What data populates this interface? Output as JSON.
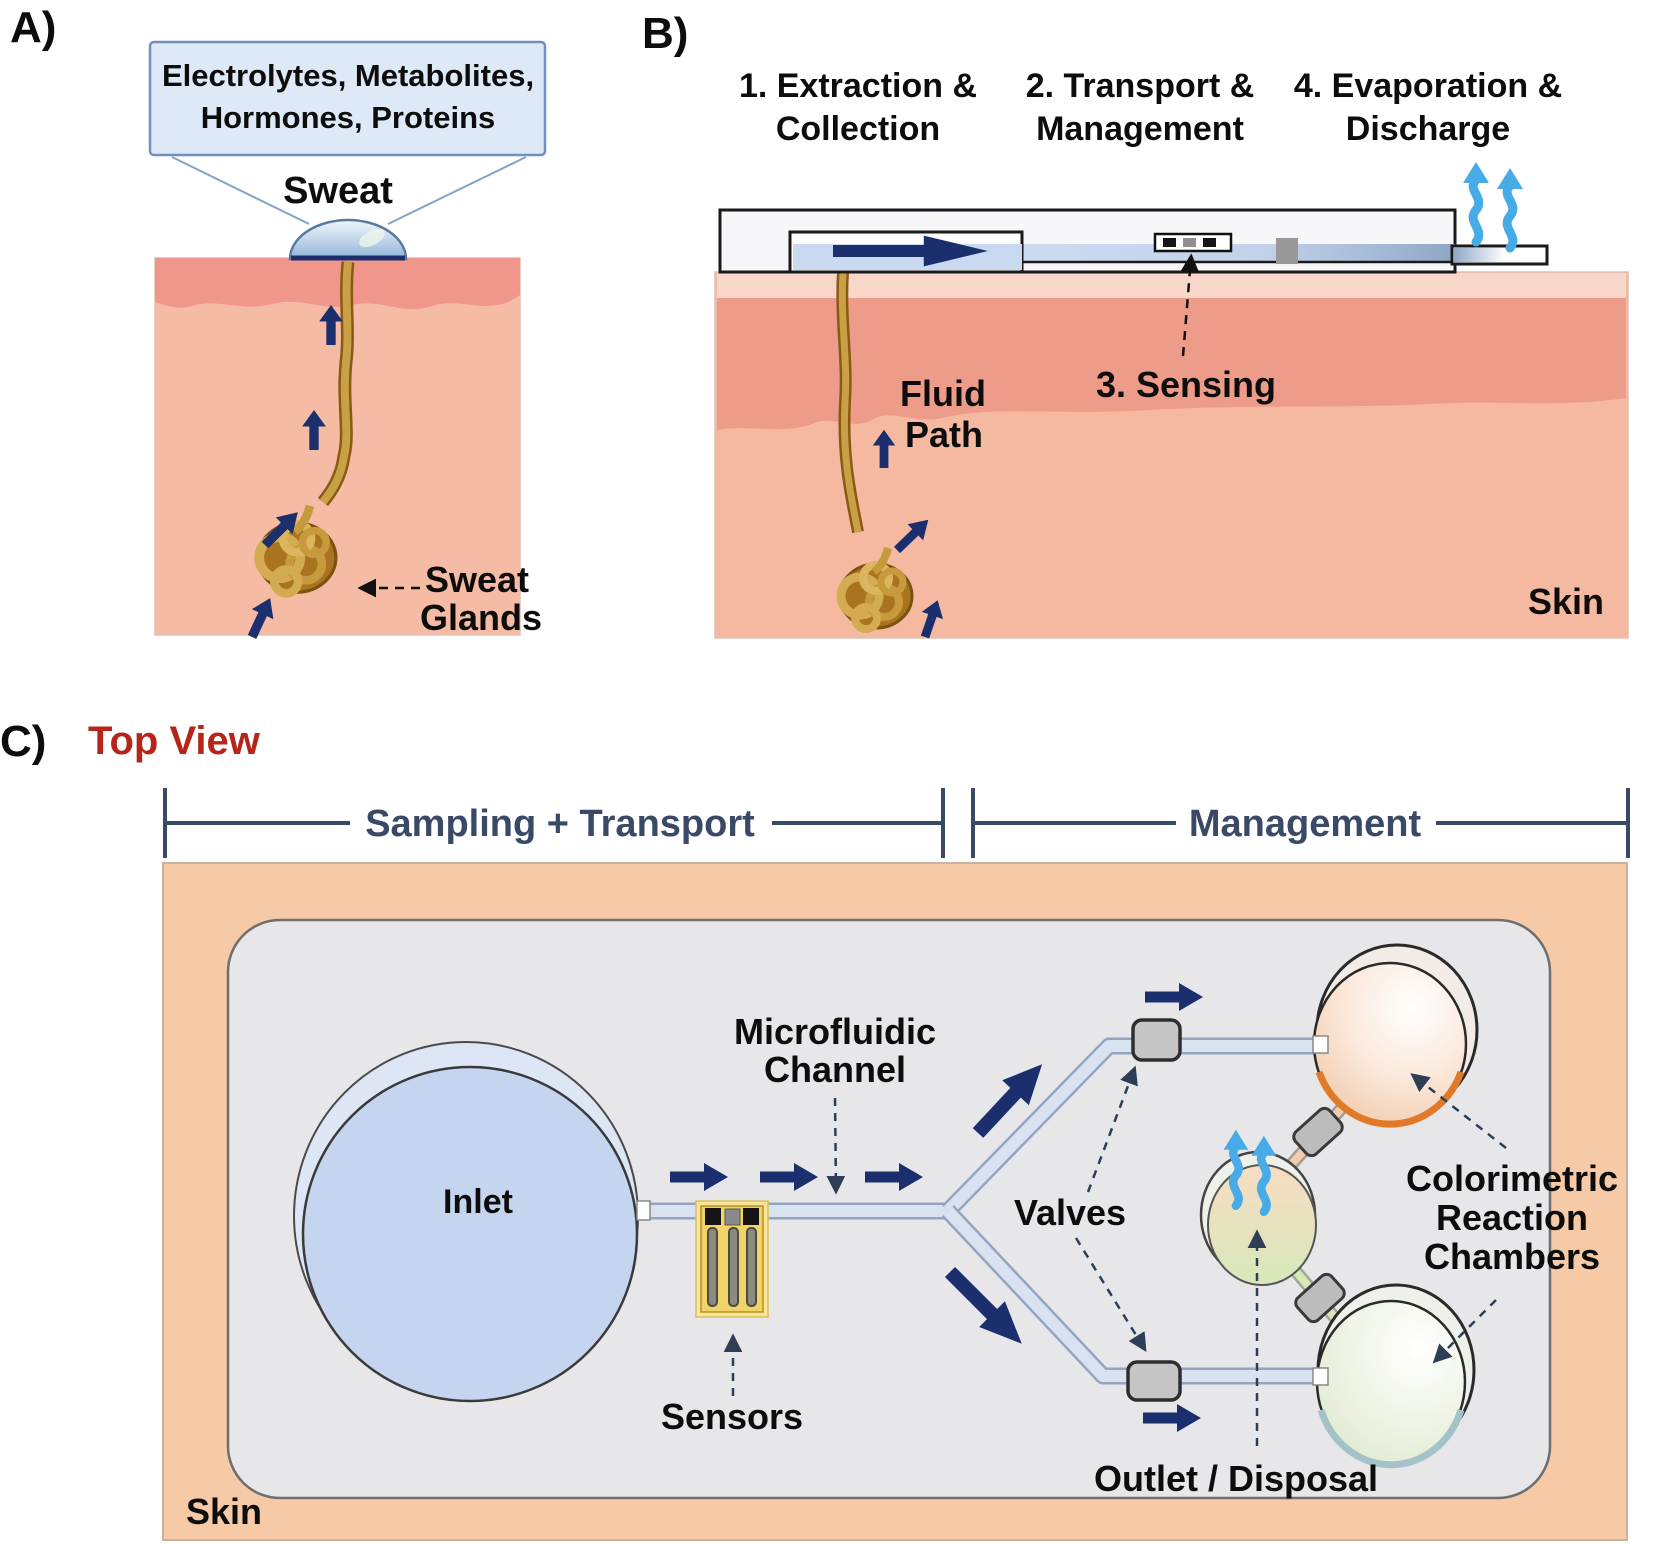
{
  "figure": {
    "panel_a": {
      "label": "A)",
      "callout_line1": "Electrolytes, Metabolites,",
      "callout_line2": "Hormones, Proteins",
      "sweat_label": "Sweat",
      "glands_label_line1": "Sweat",
      "glands_label_line2": "Glands"
    },
    "panel_b": {
      "label": "B)",
      "step1_line1": "1. Extraction &",
      "step1_line2": "Collection",
      "step2_line1": "2. Transport &",
      "step2_line2": "Management",
      "step3_label": "3. Sensing",
      "step4_line1": "4. Evaporation &",
      "step4_line2": "Discharge",
      "fluid_path_line1": "Fluid",
      "fluid_path_line2": "Path",
      "skin_label": "Skin"
    },
    "panel_c": {
      "label": "C)",
      "title": "Top View",
      "bracket_sampling": "Sampling + Transport",
      "bracket_management": "Management",
      "inlet_label": "Inlet",
      "channel_line1": "Microfluidic",
      "channel_line2": "Channel",
      "sensors_label": "Sensors",
      "valves_label": "Valves",
      "chambers_line1": "Colorimetric",
      "chambers_line2": "Reaction",
      "chambers_line3": "Chambers",
      "outlet_label": "Outlet / Disposal",
      "skin_label": "Skin"
    }
  },
  "colors": {
    "arrow_navy": "#1b2f6e",
    "skin_salmon": "#f5b9a2",
    "skin_dark_band": "#ee9c8a",
    "skin_peach_top_view": "#f6c9a7",
    "device_gray": "#e7e7e9",
    "channel_blue": "#d9e2f1",
    "inlet_blue": "#c5d5ef",
    "sensor_yellow": "#f2d368",
    "evaporation_blue": "#47abe8",
    "callout_blue": "#dde9f6",
    "title_red": "#b5251a",
    "bracket_slate": "#3a4a66",
    "gland_gold": "#c49a3c",
    "chamber_orange": "#e07a28",
    "chamber_green": "#dce8cc"
  }
}
